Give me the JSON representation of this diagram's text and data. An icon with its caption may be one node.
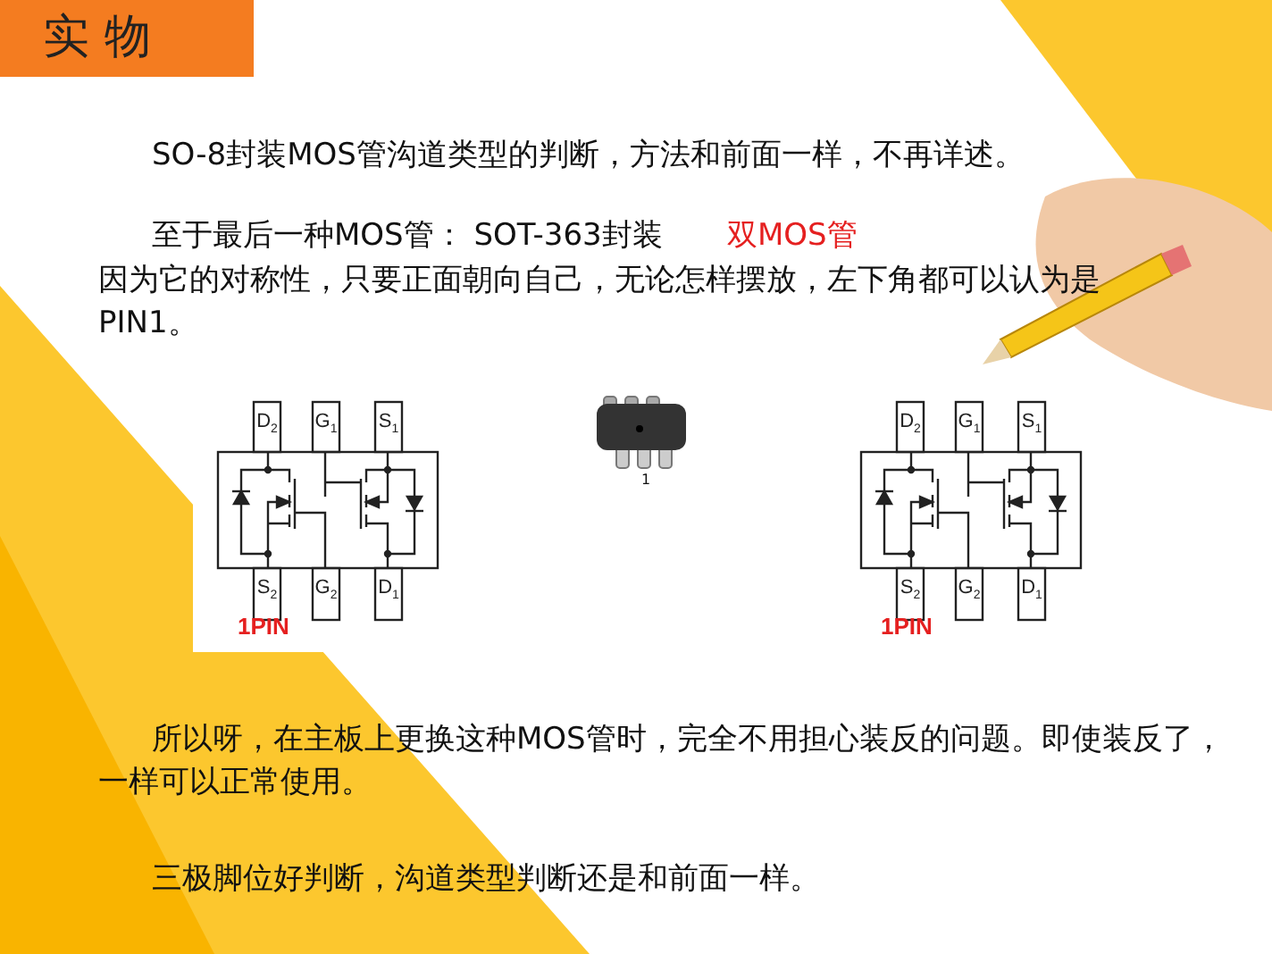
{
  "diagram": {
    "title": "实 物",
    "labels": [
      "SO-8封装MOS管沟道类型的判断，方法和前面一样，不再详述。",
      "至于最后一种MOS管： SOT-363封装",
      "双MOS管",
      "因为它的对称性，只要正面朝向自己，无论怎样摆放，左下角都可以认为是PIN1。",
      "D$_{2}$",
      "G$_{1}$",
      "S$_{1}$",
      "S$_{2}$",
      "G$_{2}$",
      "D$_{1}$",
      "1PIN",
      "1",
      "D$_{2}$",
      "G$_{1}$",
      "S$_{1}$",
      "S$_{2}$",
      "G$_{2}$",
      "D$_{1}$",
      "1PIN",
      "所以呀，在主板上更换这种MOS管时，完全不用担心装反的问题。即使装反了，一样可以正常使用。",
      "三极脚位好判断，沟道类型判断还是和前面一样。"
    ]
  }
}
